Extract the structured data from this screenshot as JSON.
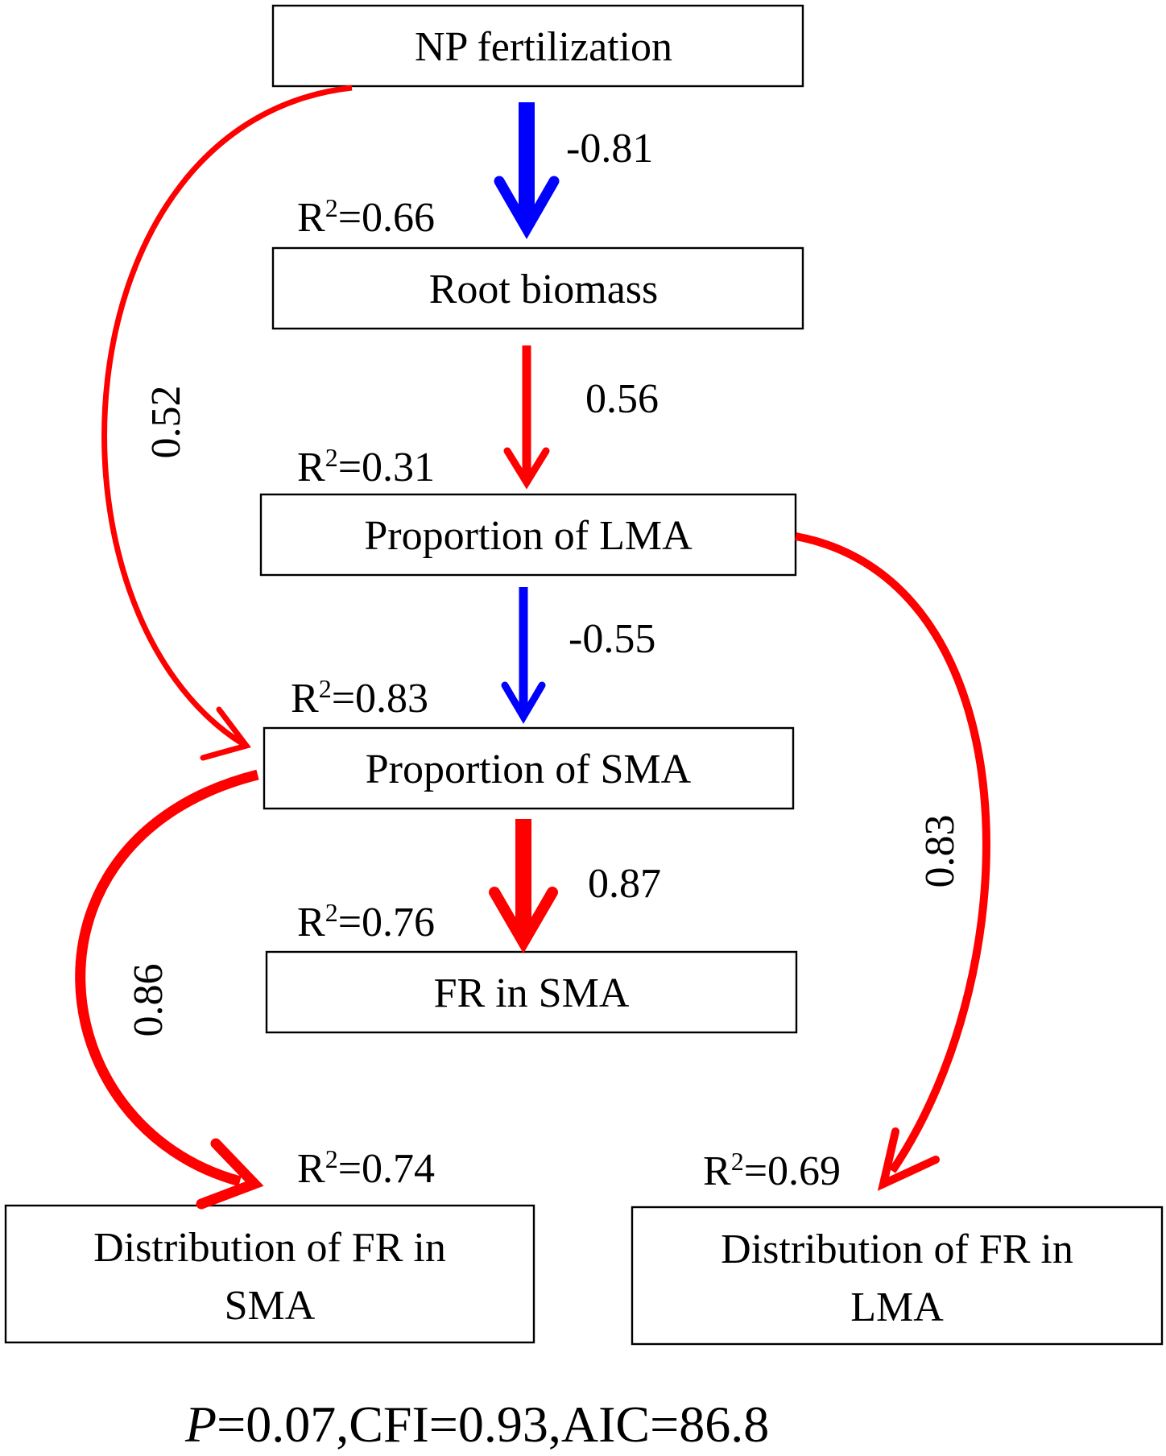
{
  "colors": {
    "positive": "#ff0000",
    "negative": "#0000ff"
  },
  "nodes": {
    "np": {
      "label": "NP fertilization"
    },
    "root": {
      "label": "Root biomass",
      "r2_value": "=0.66"
    },
    "lma": {
      "label": "Proportion of LMA",
      "r2_value": "=0.31"
    },
    "sma": {
      "label": "Proportion of SMA",
      "r2_value": "=0.83"
    },
    "fr": {
      "label": "FR in SMA",
      "r2_value": "=0.76"
    },
    "dist_sma": {
      "label_line1": "Distribution of FR in",
      "label_line2": "SMA",
      "r2_value": "=0.74"
    },
    "dist_lma": {
      "label_line1": "Distribution of FR in",
      "label_line2": "LMA",
      "r2_value": "=0.69"
    }
  },
  "r2_prefix": "R",
  "r2_sup": "2",
  "paths": {
    "np_root": {
      "coef": "-0.81",
      "sign": "negative"
    },
    "root_lma": {
      "coef": "0.56",
      "sign": "positive"
    },
    "lma_sma": {
      "coef": "-0.55",
      "sign": "negative"
    },
    "sma_fr": {
      "coef": "0.87",
      "sign": "positive"
    },
    "np_sma": {
      "coef": "0.52",
      "sign": "positive"
    },
    "sma_dist": {
      "coef": "0.86",
      "sign": "positive"
    },
    "lma_dist": {
      "coef": "0.83",
      "sign": "positive"
    }
  },
  "fit": {
    "p_label": "P",
    "rest": "=0.07,CFI=0.93,AIC=86.8"
  }
}
